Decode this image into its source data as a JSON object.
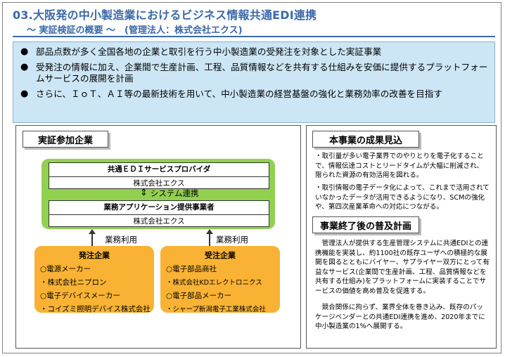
{
  "header": {
    "title": "03.大阪発の中小製造業におけるビジネス情報共通EDI連携",
    "subtitle": "～ 実証検証の概要 ～　(管理法人：株式会社エクス)"
  },
  "summary": {
    "bullets": [
      "部品点数が多く全国各地の企業と取引を行う中小製造業の受発注を対象とした実証事業",
      "受発注の情報に加え、企業間で生産計画、工程、品質情報などを共有する仕組みを安価に提供するプラットフォームサービスの展開を計画",
      "さらに、ＩｏＴ、ＡＩ等の最新技術を用いて、中小製造業の経営基盤の強化と業務効率の改善を目指す"
    ]
  },
  "participants": {
    "heading": "実証参加企業",
    "edi_provider": {
      "title": "共通ＥＤＩサービスプロバイダ",
      "company": "株式会社エクス"
    },
    "link_label": "システム連携",
    "app_provider": {
      "title": "業務アプリケーション提供事業者",
      "company": "株式会社エクス"
    },
    "use_label_left": "業務利用",
    "use_label_right": "業務利用",
    "ordering": {
      "title": "発注企業",
      "items": [
        "○電源メーカー",
        "・株式会社ニプロン",
        "○電子デバイスメーカー",
        "・コイズミ照明デバイス株式会社"
      ]
    },
    "receiving": {
      "title": "受注企業",
      "items": [
        "○電子部品商社",
        "・株式会社KDエレクトロニクス",
        "○電子部品メーカー",
        "・シャープ新潟電子工業株式会社"
      ]
    }
  },
  "results": {
    "heading": "本事業の成果見込",
    "paragraphs": [
      "・取引量が多い電子業界でのやりとりを電子化することで、情報伝達コストとリードタイムが大幅に削減され、限られた資源の有効活用を図れる。",
      "・取引情報の電子データ化によって、これまで活用されていなかったデータが活用できるようになり、SCMの強化や、第四次産業革命への対応につながる。"
    ]
  },
  "dissemination": {
    "heading": "事業終了後の普及計画",
    "paragraphs": [
      "　管理法人が提供する生産管理システムに共通EDIとの連携機能を実装し、約1100社の既存ユーザへの積極的な展開を図るとともにバイヤー、サプライヤー双方にとって有益なサービス(企業間で生産計画、工程、品質情報などを共有する仕組み)をプラットフォームに実装することでサービスの価値を高め普及を促進する。",
      "　競合関係に拘らず、業界全体を巻き込み、既存のパッケージベンダーとの共通EDI連携を進め、2020年までに中小製造業の1%へ展開する。"
    ]
  }
}
